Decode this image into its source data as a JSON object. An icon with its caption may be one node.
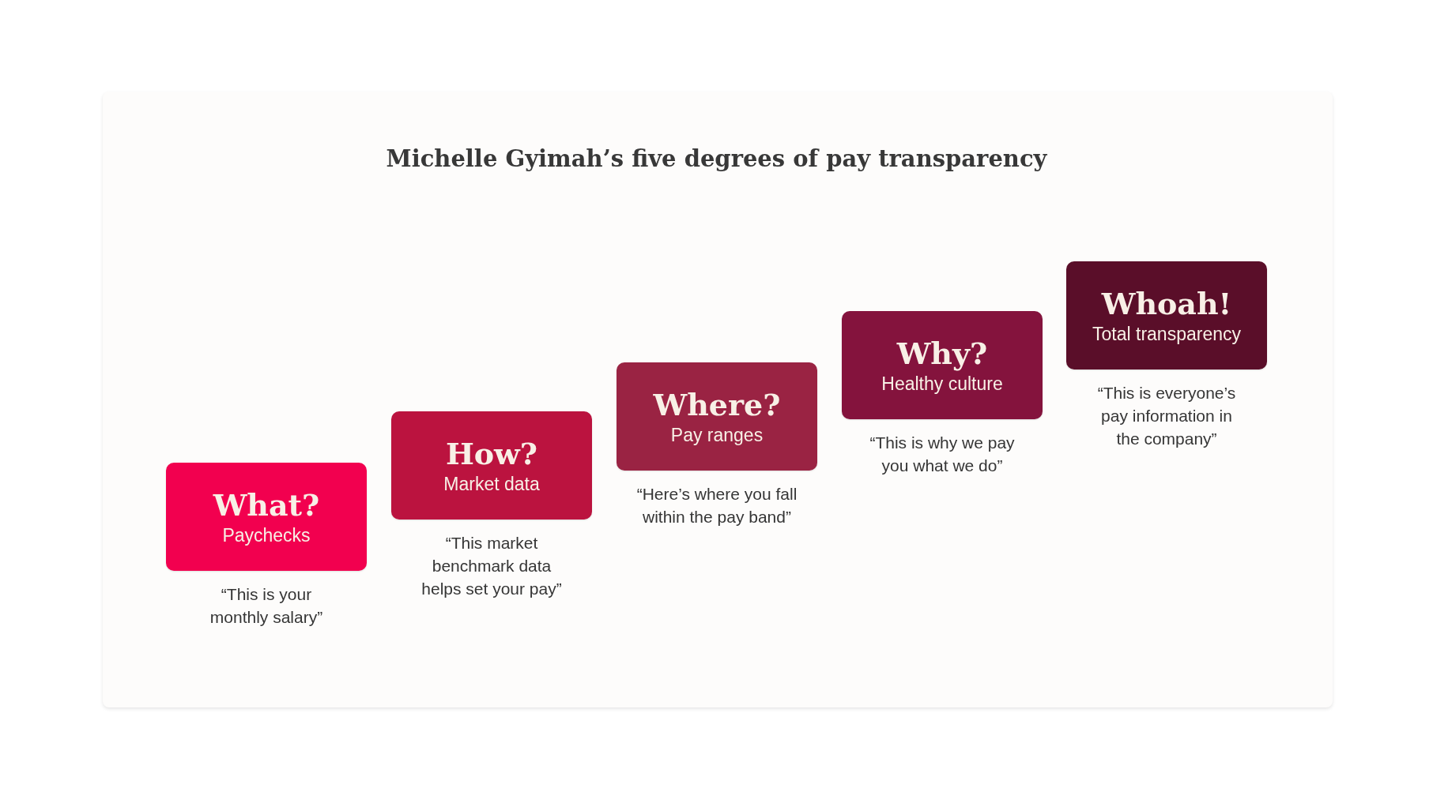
{
  "diagram": {
    "title": "Michelle Gyimah’s five degrees of pay transparency",
    "nodes": [
      {
        "text": [
          "What?",
          "Paychecks"
        ],
        "beside": [
          "“This is your monthly salary”"
        ]
      },
      {
        "text": [
          "How?",
          "Market data"
        ],
        "beside": [
          "“This market benchmark data helps set your pay”"
        ]
      },
      {
        "text": [
          "Where?",
          "Pay ranges"
        ],
        "beside": [
          "“Here’s where you fall within the pay band”"
        ]
      },
      {
        "text": [
          "Why?",
          "Healthy culture"
        ],
        "beside": [
          "“This is why we pay you what we do”"
        ]
      },
      {
        "text": [
          "Whoah!",
          "Total transparency"
        ],
        "beside": [
          "“This is everyone’s pay information in the company”"
        ]
      }
    ]
  }
}
